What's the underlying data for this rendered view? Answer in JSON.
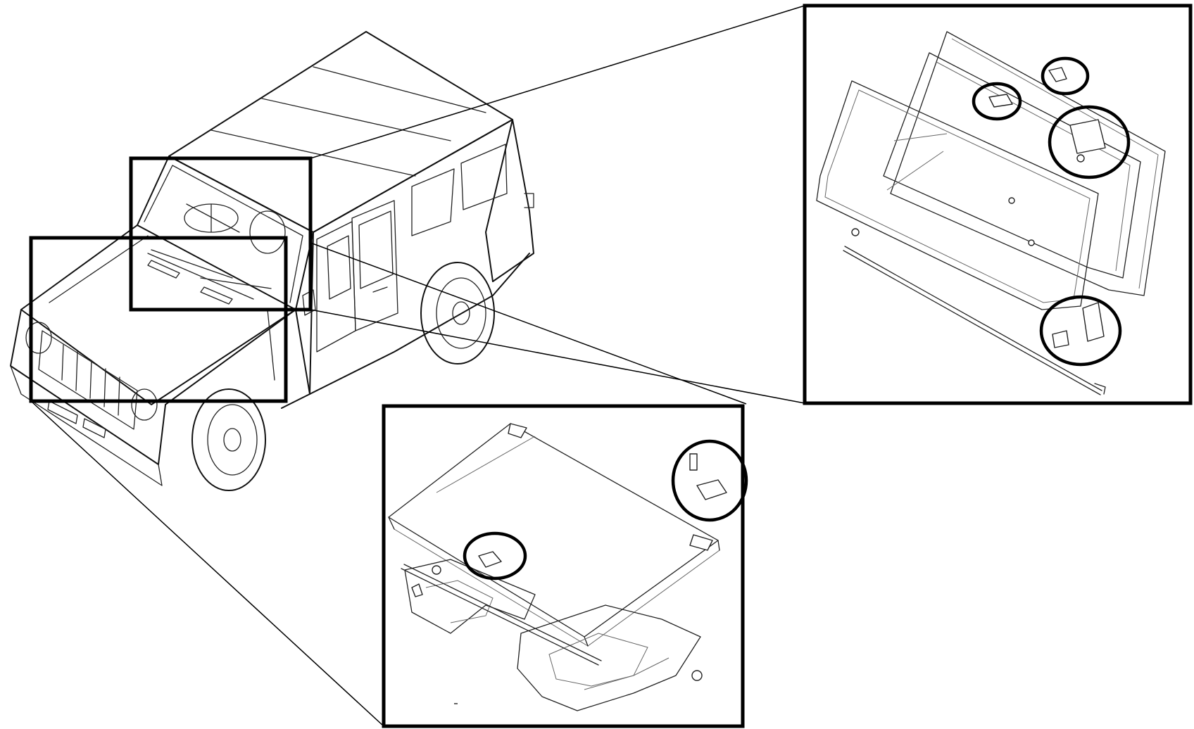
{
  "diagram": {
    "subject": "vehicle-windshield-and-hood-parts",
    "colors": {
      "line": "#111111",
      "background": "#ffffff",
      "callout": "#000000"
    },
    "callouts": [
      {
        "id": "windshield-detail",
        "circled_parts": 5
      },
      {
        "id": "hood-detail",
        "circled_parts": 2
      }
    ]
  }
}
